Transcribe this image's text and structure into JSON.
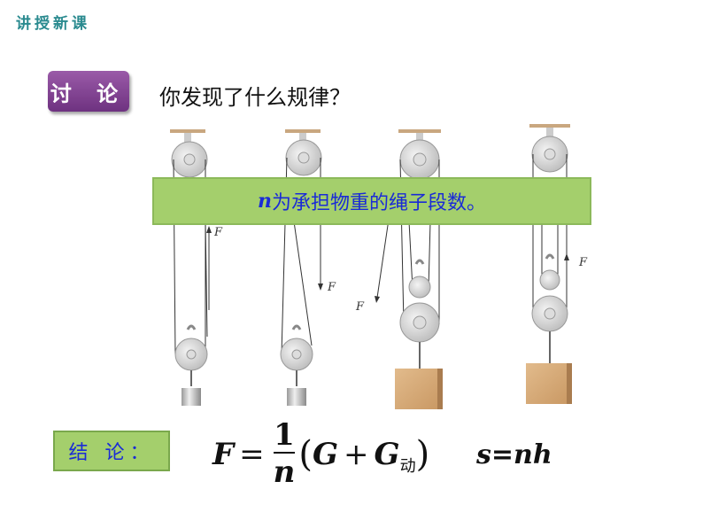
{
  "header": {
    "section_title": "讲授新课"
  },
  "discussion": {
    "badge": "讨 论",
    "question": "你发现了什么规律？"
  },
  "banner": {
    "variable": "n",
    "text": "为承担物重的绳子段数。"
  },
  "conclusion": {
    "label": "结 论："
  },
  "formula": {
    "lhs": "F",
    "equals": "=",
    "numerator": "1",
    "denominator": "n",
    "open_paren": "(",
    "g": "G",
    "plus": "+",
    "g2": "G",
    "subscript": "动",
    "close_paren": ")"
  },
  "formula2": {
    "text": "s=nh"
  },
  "diagram_labels": {
    "force": "F"
  }
}
